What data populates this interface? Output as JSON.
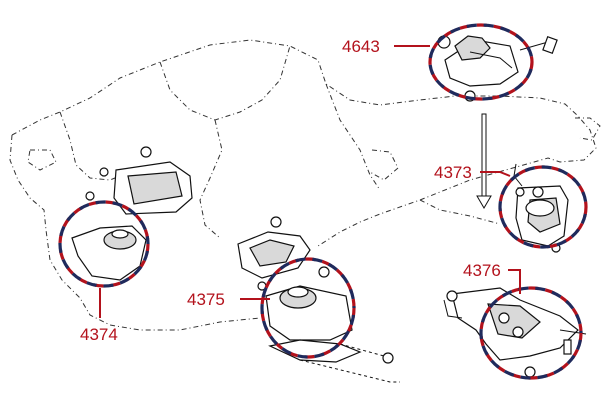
{
  "diagram": {
    "labels": {
      "top_right": "4643",
      "right": "4373",
      "bottom_right": "4376",
      "center": "4375",
      "left": "4374"
    },
    "colors": {
      "label_red": "#b3121c",
      "ring_red": "#b3121c",
      "ring_blue": "#1f2a5c",
      "line_dark": "#111111"
    }
  }
}
